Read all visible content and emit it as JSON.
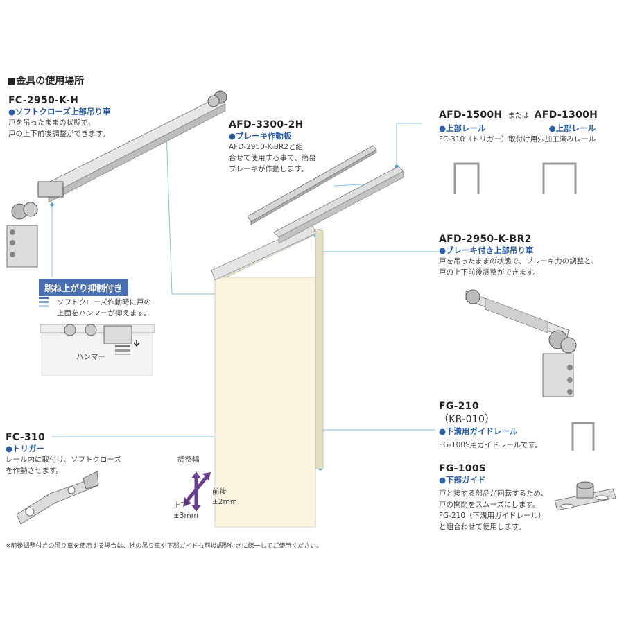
{
  "page_title": "■金具の使用場所",
  "footnote": "※前後調整付きの吊り車を使用する場合は、他の吊り車や下部ガイドも前後調整付きに統一してご使用ください。",
  "items": {
    "fc2950": {
      "model": "FC-2950-K-H",
      "subtitle": "●ソフトクローズ上部吊り車",
      "desc_lines": [
        "戸を吊ったままの状態で、",
        "戸の上下前後調整ができます。"
      ]
    },
    "afd3300": {
      "model": "AFD-3300-2H",
      "subtitle": "●ブレーキ作動板",
      "desc_lines": [
        "AFD-2950-K-BR2と組",
        "合せて使用する事で、簡易",
        "ブレーキが作動します。"
      ]
    },
    "afd1500": {
      "model": "AFD-1500H",
      "or": "または",
      "model2": "AFD-1300H",
      "subtitle": "●上部レール",
      "subtitle2": "●上部レール",
      "desc": "FC-310（トリガー）取付け用穴加工済みレール"
    },
    "afd2950": {
      "model": "AFD-2950-K-BR2",
      "subtitle": "●ブレーキ付き上部吊り車",
      "desc_lines": [
        "戸を吊ったままの状態で、ブレーキ力の調整と、",
        "戸の上下前後調整ができます。"
      ]
    },
    "hammer": {
      "badge": "跳ね上がり抑制付き",
      "desc_lines": [
        "ソフトクローズ作動時に戸の",
        "上面をハンマーが抑えます。"
      ],
      "label": "ハンマー"
    },
    "fg210": {
      "model": "FG-210",
      "model_alt": "（KR-010）",
      "subtitle": "●下溝用ガイドレール",
      "desc": "FG-100S用ガイドレールです。"
    },
    "fc310": {
      "model": "FC-310",
      "subtitle": "●トリガー",
      "desc_lines": [
        "レール内に取付け、ソフトクローズ",
        "を作動させます。"
      ]
    },
    "fg100s": {
      "model": "FG-100S",
      "subtitle": "●下部ガイド",
      "desc_lines": [
        "戸と接する部品が回転するため、",
        "戸の開閉をスムーズにします。",
        "FG-210（下溝用ガイドレール）",
        "と組合わせて使用します。"
      ]
    },
    "adjust": {
      "title": "調整幅",
      "fb_label": "前後",
      "fb_value": "±2mm",
      "ud_label": "上下",
      "ud_value": "±3mm"
    }
  },
  "colors": {
    "accent_blue": "#2c5fa8",
    "badge_blue": "#4a6fb0",
    "leader_line": "#7fc3e6",
    "door_fill": "#faf6e0",
    "arrow_purple": "#6a3f8f",
    "metal": "#b9b9b9"
  }
}
